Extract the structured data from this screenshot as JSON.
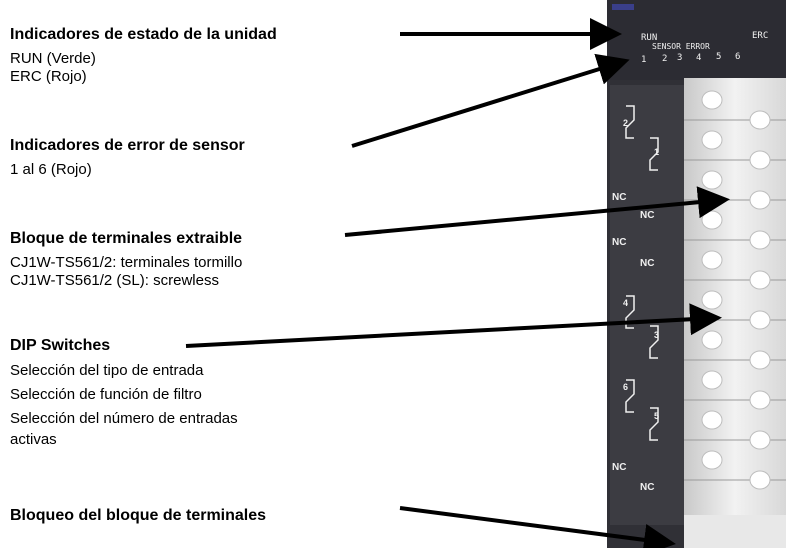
{
  "labels": {
    "status": {
      "title": "Indicadores de estado de la unidad",
      "lines": [
        "RUN (Verde)",
        "ERC (Rojo)"
      ]
    },
    "sensor_error": {
      "title": "Indicadores de error de sensor",
      "lines": [
        "1 al 6 (Rojo)"
      ]
    },
    "terminal_block": {
      "title": "Bloque de terminales extraible",
      "lines": [
        "CJ1W-TS561/2: terminales tormillo",
        "CJ1W-TS561/2 (SL): screwless"
      ]
    },
    "dip_switches": {
      "title": "DIP Switches",
      "lines": [
        "Selección del tipo de entrada",
        "Selección de función de filtro",
        "Selección del número de entradas",
        "activas"
      ]
    },
    "lock": {
      "title": "Bloqueo del bloque de terminales"
    }
  },
  "device": {
    "led_run": "RUN",
    "led_sensor_error": "SENSOR ERROR",
    "led_erc": "ERC",
    "led_numbers": [
      "1",
      "2",
      "3",
      "4",
      "5",
      "6"
    ],
    "nc_label": "NC",
    "sensor_numbers": [
      "2",
      "1",
      "4",
      "3",
      "6",
      "5"
    ]
  },
  "colors": {
    "arrow": "#000000",
    "panel_dark": "#3c3c42",
    "panel_light": "#e4e4e4"
  }
}
